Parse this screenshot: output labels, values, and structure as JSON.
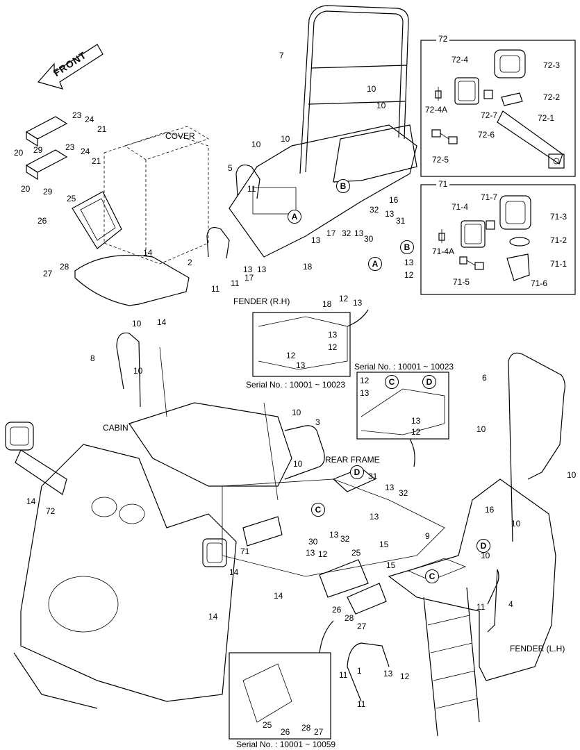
{
  "direction_label": "FRONT",
  "section_labels": {
    "cover": "COVER",
    "fender_rh": "FENDER (R.H)",
    "cabin": "CABIN",
    "rear_frame": "REAR FRAME",
    "fender_lh": "FENDER (L.H)"
  },
  "serial_notes": {
    "inset_top": "Serial No. : 10001 ~ 10023",
    "inset_right": "Serial No. : 10001 ~ 10023",
    "inset_bottom": "Serial No. : 10001 ~ 10059"
  },
  "detail_boxes": {
    "box72": "72",
    "box71": "71"
  },
  "reference_markers": {
    "A": "A",
    "B": "B",
    "C": "C",
    "D": "D"
  },
  "part_numbers": {
    "p7": "7",
    "p10": "10",
    "p23": "23",
    "p24": "24",
    "p21": "21",
    "p20": "20",
    "p29": "29",
    "p5": "5",
    "p11": "11",
    "p25": "25",
    "p26": "26",
    "p27": "27",
    "p28": "28",
    "p2": "2",
    "p14": "14",
    "p17": "17",
    "p13": "13",
    "p18": "18",
    "p16": "16",
    "p32": "32",
    "p31": "31",
    "p30": "30",
    "p12": "12",
    "p8": "8",
    "p3": "3",
    "p6": "6",
    "p72": "72",
    "p71": "71",
    "p15": "15",
    "p9": "9",
    "p4": "4",
    "p1": "1",
    "p72_1": "72-1",
    "p72_2": "72-2",
    "p72_3": "72-3",
    "p72_4": "72-4",
    "p72_4A": "72-4A",
    "p72_5": "72-5",
    "p72_6": "72-6",
    "p72_7": "72-7",
    "p71_1": "71-1",
    "p71_2": "71-2",
    "p71_3": "71-3",
    "p71_4": "71-4",
    "p71_4A": "71-4A",
    "p71_5": "71-5",
    "p71_6": "71-6",
    "p71_7": "71-7"
  }
}
